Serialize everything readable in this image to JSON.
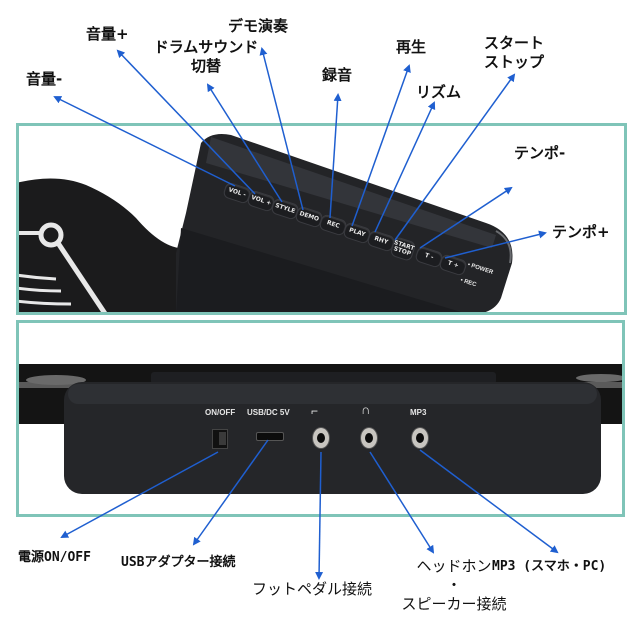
{
  "colors": {
    "frame_border": "#7fc4b8",
    "arrow": "#1f5fd0",
    "device_body": "#222326",
    "mat": "#1a1a1a"
  },
  "top_panel": {
    "buttons": [
      {
        "key": "vol_minus",
        "label": "VOL -"
      },
      {
        "key": "vol_plus",
        "label": "VOL +"
      },
      {
        "key": "style",
        "label": "STYLE"
      },
      {
        "key": "demo",
        "label": "DEMO"
      },
      {
        "key": "rec",
        "label": "REC"
      },
      {
        "key": "play",
        "label": "PLAY"
      },
      {
        "key": "rhy",
        "label": "RHY"
      },
      {
        "key": "start_stop",
        "label": "START STOP"
      },
      {
        "key": "tempo_minus",
        "label": "T -"
      },
      {
        "key": "tempo_plus",
        "label": "T +"
      }
    ],
    "indicators": [
      {
        "key": "power",
        "label": "POWER"
      },
      {
        "key": "rec",
        "label": "REC"
      }
    ]
  },
  "top_callouts": {
    "vol_minus": "音量-",
    "vol_plus": "音量+",
    "style_line1": "ドラムサウンド",
    "style_line2": "切替",
    "demo": "デモ演奏",
    "rec": "録音",
    "play": "再生",
    "rhy": "リズム",
    "start_stop_line1": "スタート",
    "start_stop_line2": "ストップ",
    "tempo_minus": "テンポ-",
    "tempo_plus": "テンポ+"
  },
  "bottom_panel": {
    "port_labels": {
      "on_off": "ON/OFF",
      "usb": "USB/DC 5V",
      "pedal_icon": "foot-pedal",
      "headphone_icon": "headphone",
      "mp3": "MP3"
    }
  },
  "bottom_callouts": {
    "power": "電源ON/OFF",
    "usb": "USBアダプター接続",
    "pedal": "フットペダル接続",
    "headphone_line1": "ヘッドホン",
    "headphone_line2": "・",
    "headphone_line3": "スピーカー接続",
    "mp3": "MP3 (スマホ・PC)"
  }
}
